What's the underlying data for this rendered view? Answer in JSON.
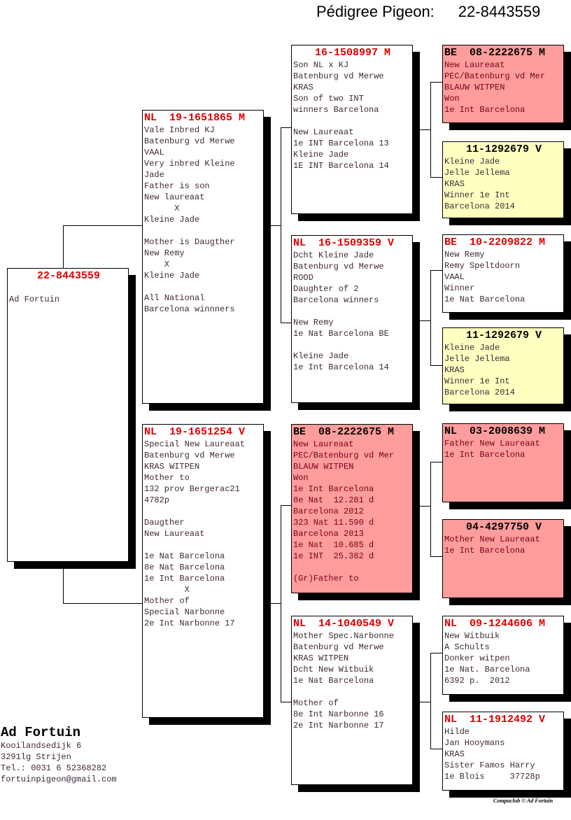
{
  "header": {
    "label": "Pédigree Pigeon:",
    "ring": "22-8443559"
  },
  "pigeons": {
    "root": {
      "title": "22-8443559",
      "color": "white",
      "lines": [
        "",
        "Ad Fortuin"
      ]
    },
    "sire": {
      "title": "NL  19-1651865 M",
      "color": "white",
      "lines": [
        "Vale Inbred KJ",
        "Batenburg vd Merwe",
        "VAAL",
        "Very inbred Kleine",
        "Jade",
        "Father is son",
        "New laureaat",
        "      X",
        "Kleine Jade",
        "",
        "Mother is Daugther",
        "New Remy",
        "    X",
        "Kleine Jade",
        "",
        "All National",
        "Barcelona winnners"
      ]
    },
    "dam": {
      "title": "NL  19-1651254 V",
      "color": "white",
      "lines": [
        "Special New Laureaat",
        "Batenburg vd Merwe",
        "KRAS WITPEN",
        "Mother to",
        "132 prov Bergerac21",
        "4782p",
        "",
        "Daugther",
        "New Laureaat",
        "",
        "1e Nat Barcelona",
        "8e Nat Barcelona",
        "1e Int Barcelona",
        "        X",
        "Mother of",
        "Special Narbonne",
        "2e Int Narbonne 17"
      ]
    },
    "ss": {
      "title": "16-1508997 M",
      "color": "white",
      "lines": [
        "Son NL x KJ",
        "Batenburg vd Merwe",
        "KRAS",
        "Son of two INT",
        "winners Barcelona",
        "",
        "New Laureaat",
        "1e INT Barcelona 13",
        "Kleine Jade",
        "1E INT Barcelona 14"
      ]
    },
    "sd": {
      "title": "NL  16-1509359 V",
      "color": "white",
      "lines": [
        "Dcht Kleine Jade",
        "Batenburg vd Merwe",
        "ROOD",
        "Daughter of 2",
        "Barcelona winners",
        "",
        "New Remy",
        "1e Nat Barcelona BE",
        "",
        "Kleine Jade",
        "1e Int Barcelona 14"
      ]
    },
    "ds": {
      "title": "BE  08-2222675 M",
      "color": "pink",
      "lines": [
        "New Laureaat",
        "PEC/Batenburg vd Mer",
        "BLAUW WITPEN",
        "Won",
        "1e Int Barcelona",
        "8e Nat  12.281 d",
        "Barcelona 2012",
        "323 Nat 11.590 d",
        "Barcelona 2013",
        "1e Nat  10.685 d",
        "1e INT  25.382 d",
        "",
        "(Gr)Father to"
      ]
    },
    "dd": {
      "title": "NL  14-1040549 V",
      "color": "white",
      "lines": [
        "Mother Spec.Narbonne",
        "Batenburg vd Merwe",
        "KRAS WITPEN",
        "Dcht New Witbuik",
        "1e Nat Barcelona",
        "",
        "Mother of",
        "8e Int Narbonne 16",
        "2e Int Narbonne 17"
      ]
    },
    "sss": {
      "title": "BE  08-2222675 M",
      "color": "pink",
      "lines": [
        "New Laureaat",
        "PEC/Batenburg vd Mer",
        "BLAUW WITPEN",
        "Won",
        "1e Int Barcelona"
      ]
    },
    "ssd": {
      "title": "11-1292679 V",
      "color": "yellow",
      "lines": [
        "Kleine Jade",
        "Jelle Jellema",
        "KRAS",
        "Winner 1e Int",
        "Barcelona 2014"
      ]
    },
    "sds": {
      "title": "BE  10-2209822 M",
      "color": "white",
      "lines": [
        "New Remy",
        "Remy Speltdoorn",
        "VAAL",
        "Winner",
        "1e Nat Barcelona"
      ]
    },
    "sdd": {
      "title": "11-1292679 V",
      "color": "yellow",
      "lines": [
        "Kleine Jade",
        "Jelle Jellema",
        "KRAS",
        "Winner 1e Int",
        "Barcelona 2014"
      ]
    },
    "dss": {
      "title": "NL  03-2008639 M",
      "color": "pink",
      "lines": [
        "Father New Laureaat",
        "1e Int Barcelona"
      ]
    },
    "dsd": {
      "title": "04-4297750 V",
      "color": "pink",
      "lines": [
        "Mother New Laureaat",
        "1e Int Barcelona"
      ]
    },
    "dds": {
      "title": "NL  09-1244606 M",
      "color": "white",
      "lines": [
        "New Witbuik",
        "A Schults",
        "Donker witpen",
        "1e Nat. Barcelona",
        "6392 p.  2012"
      ]
    },
    "ddd": {
      "title": "NL  11-1912492 V",
      "color": "white",
      "lines": [
        "Hilde",
        "Jan Hooymans",
        "KRAS",
        "Sister Famos Harry",
        "1e Blois     37728p"
      ]
    }
  },
  "owner": {
    "name": "Ad Fortuin",
    "lines": [
      "Kooilandsedijk 6",
      "3291lg  Strijen",
      "Tel.: 0031 6 52368282",
      "fortuinpigeon@gmail.com"
    ]
  },
  "credit": "Compuclub © Ad Fortuin",
  "colors": {
    "pink": "#ff9c9c",
    "yellow": "#ffffc0",
    "title_red": "#e00000"
  }
}
